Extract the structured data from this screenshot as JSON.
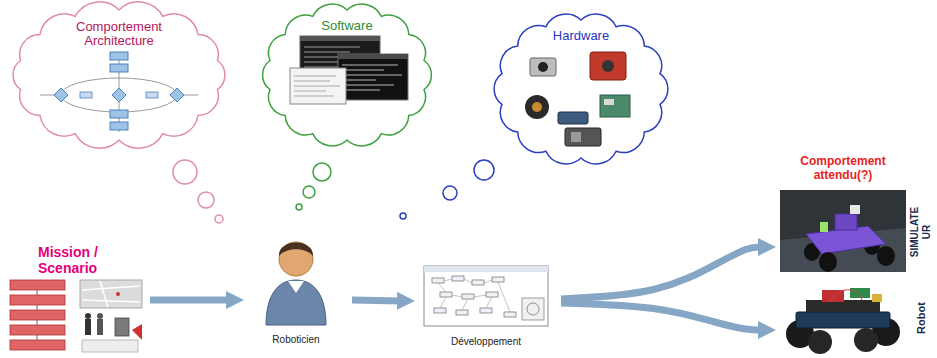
{
  "diagram": {
    "nodes": [
      {
        "text": [
          "Comportement Architecture"
        ]
      },
      {
        "text": [
          "Software"
        ]
      },
      {
        "text": [
          "Hardware"
        ]
      },
      {
        "text": [
          "Mission / Scenario"
        ]
      },
      {
        "text": [
          "Roboticien"
        ]
      },
      {
        "text": [
          "Développement"
        ]
      },
      {
        "text": [
          "Comportement attendu(?)",
          "SIMULATE UR"
        ]
      },
      {
        "text": [
          "Robot"
        ]
      }
    ],
    "edges": [
      {
        "from": 3,
        "to": 4,
        "arrow": "to"
      },
      {
        "from": 4,
        "to": 5,
        "arrow": "to"
      },
      {
        "from": 5,
        "to": 6,
        "arrow": "to"
      },
      {
        "from": 5,
        "to": 7,
        "arrow": "to"
      }
    ]
  }
}
